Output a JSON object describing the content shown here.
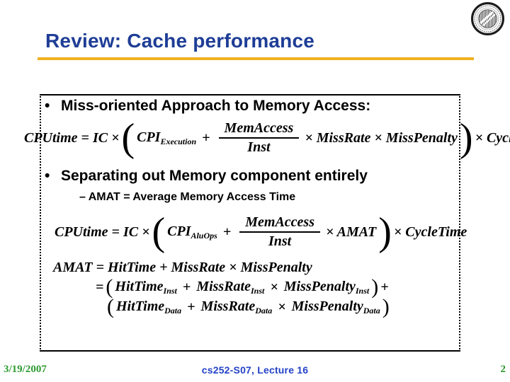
{
  "slide": {
    "title": "Review: Cache performance",
    "footer": {
      "date": "3/19/2007",
      "course": "cs252-S07, Lecture 16",
      "page_number": "2"
    }
  },
  "colors": {
    "title_blue": "#1e3d96",
    "underline_gold": "#efb11f",
    "footer_green": "#2e9b31",
    "footer_blue": "#2442c6"
  },
  "content": {
    "bullet_char": "•",
    "bullet1": "Miss-oriented Approach to Memory Access:",
    "bullet2": "Separating out Memory component entirely",
    "sub_bullet2": "– AMAT = Average Memory Access Time"
  },
  "formula1": {
    "lead": "CPUtime = IC ×",
    "open_paren": "(",
    "cpi_base": "CPI",
    "cpi_sub": "Execution",
    "plus": "+",
    "frac_num": "MemAccess",
    "frac_den": "Inst",
    "mid": "× MissRate × MissPenalty",
    "close_paren": ")",
    "tail": "× CycleTime"
  },
  "formula2": {
    "lead": "CPUtime = IC ×",
    "open_paren": "(",
    "cpi_base": "CPI",
    "cpi_sub": "AluOps",
    "plus": "+",
    "frac_num": "MemAccess",
    "frac_den": "Inst",
    "mid": "× AMAT",
    "close_paren": ")",
    "tail": "× CycleTime"
  },
  "formula3": {
    "line1": "AMAT = HitTime + MissRate × MissPenalty",
    "line2": {
      "eq": "=",
      "open": "(",
      "t1": "HitTime",
      "s1": "Inst",
      "plus": "+",
      "t2": "MissRate",
      "s2": "Inst",
      "times": "×",
      "t3": "MissPenalty",
      "s3": "Inst",
      "close": ")",
      "trailing_plus": "+"
    },
    "line3": {
      "open": "(",
      "t1": "HitTime",
      "s1": "Data",
      "plus": "+",
      "t2": "MissRate",
      "s2": "Data",
      "times": "×",
      "t3": "MissPenalty",
      "s3": "Data",
      "close": ")"
    }
  }
}
